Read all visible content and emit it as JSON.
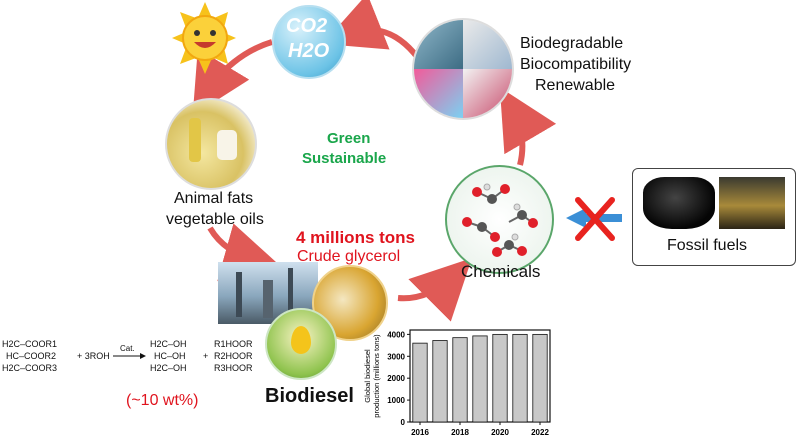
{
  "cycle": {
    "co2_h2o": [
      "CO2",
      "H2O"
    ],
    "center_lines": [
      "Green",
      "Sustainable"
    ],
    "properties": [
      "Biodegradable",
      "Biocompatibility",
      "Renewable"
    ],
    "fats_lines": [
      "Animal fats",
      "vegetable oils"
    ],
    "glycerol_amount": "4 millions tons",
    "glycerol_label": "Crude glycerol",
    "chemicals_label": "Chemicals",
    "fossil_label": "Fossil fuels",
    "biodiesel_label": "Biodiesel"
  },
  "reaction": {
    "reactants": [
      "H2C–COOR1",
      "HC–COOR2",
      "H2C–COOR3"
    ],
    "plus1": "+ 3ROH",
    "catalyst": "Cat.",
    "products": [
      "H2C–OH",
      "HC–OH",
      "H2C–OH"
    ],
    "plus2": "+",
    "esters": [
      "R1HOOR",
      "R2HOOR",
      "R3HOOR"
    ],
    "yield_note": "(~10 wt%)"
  },
  "colors": {
    "green_text": "#1aa64b",
    "red_text": "#e0141e",
    "arrow_red": "#e05a56",
    "bar_fill": "#c8c8c8",
    "cross_red": "#e8231f",
    "blue_arrow": "#3b8fd6"
  },
  "chart_data": {
    "type": "bar",
    "categories": [
      "2016",
      "2017",
      "2018",
      "2019",
      "2020",
      "2021",
      "2022"
    ],
    "values": [
      3600,
      3720,
      3850,
      3930,
      4000,
      4000,
      4000
    ],
    "xticks": [
      "2016",
      "2018",
      "2020",
      "2022"
    ],
    "yticks": [
      "0",
      "1000",
      "2000",
      "3000",
      "4000"
    ],
    "ylabel": "Global biodiesel production (millions tons)",
    "ylabel_lines": [
      "Global biodiesel",
      "production (millions tons)"
    ],
    "ylim": [
      0,
      4200
    ]
  }
}
